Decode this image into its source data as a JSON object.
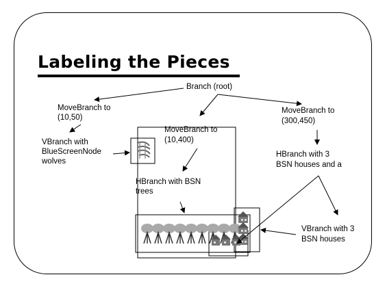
{
  "slide": {
    "title": "Labeling the Pieces",
    "labels": {
      "root": "Branch (root)",
      "move_left_l1": "MoveBranch to",
      "move_left_l2": "(10,50)",
      "move_mid_l1": "MoveBranch to",
      "move_mid_l2": "(10,400)",
      "move_right_l1": "MoveBranch to",
      "move_right_l2": "(300,450)",
      "vbranch_wolves_l1": "VBranch with",
      "vbranch_wolves_l2": "BlueScreenNode",
      "vbranch_wolves_l3": "wolves",
      "hbranch_trees_l1": "HBranch with BSN",
      "hbranch_trees_l2": "trees",
      "hbranch_houses_l1": "HBranch with 3",
      "hbranch_houses_l2": "BSN houses and a",
      "vbranch_houses_l1": "VBranch with 3",
      "vbranch_houses_l2": "BSN houses"
    }
  }
}
